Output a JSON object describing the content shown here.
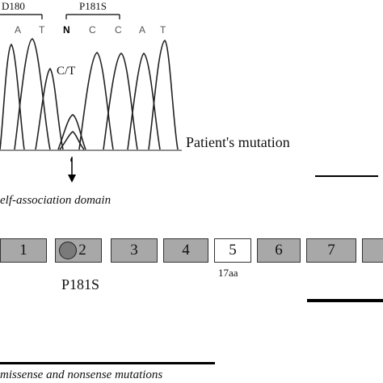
{
  "codons": [
    {
      "label": "D180"
    },
    {
      "label": "P181S"
    }
  ],
  "bases": [
    "A",
    "T",
    "N",
    "C",
    "C",
    "A",
    "T"
  ],
  "heterozygous_label": "C/T",
  "trace_caption": "Patient's mutation",
  "domain_label": "elf-association domain",
  "exons": [
    {
      "label": "1"
    },
    {
      "label": "2",
      "has_mutation": true
    },
    {
      "label": "3"
    },
    {
      "label": "4"
    },
    {
      "label": "5",
      "white": true
    },
    {
      "label": "6"
    },
    {
      "label": "7"
    },
    {
      "label": ""
    }
  ],
  "exon5_note": "17aa",
  "mutation_label": "P181S",
  "bottom_caption": "missense and nonsense mutations",
  "colors": {
    "exon_fill": "#a8a8a8",
    "exon_alt": "#ffffff",
    "dot": "#7a7a7a"
  }
}
